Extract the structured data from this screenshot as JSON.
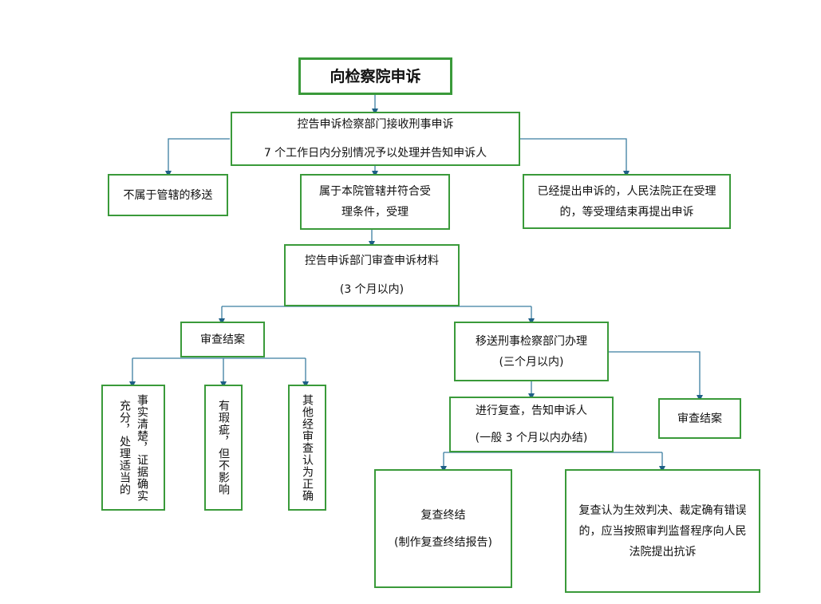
{
  "nodes": {
    "root": "向检察院申诉",
    "accept_line1": "控告申诉检察部门接收刑事申诉",
    "accept_line2": "7 个工作日内分别情况予以处理并告知申诉人",
    "not_jurisdiction": "不属于管辖的移送",
    "accepted": "属于本院管辖并符合受理条件，受理",
    "court_pending": "已经提出申诉的，人民法院正在受理的，等受理结束再提出申诉",
    "review_line1": "控告申诉部门审查申诉材料",
    "review_line2": "(3 个月以内)",
    "close_case_left": "审查结案",
    "transfer_line1": "移送刑事检察部门办理",
    "transfer_line2": "(三个月以内)",
    "reason_facts": "事实清楚，证据确实充分，处理适当的",
    "reason_flaw": "有瑕疵，但不影响",
    "reason_other": "其他经审查认为正确",
    "reexam_line1": "进行复查，告知申诉人",
    "reexam_line2": "(一般 3 个月以内办结)",
    "close_case_right": "审查结案",
    "terminate_line1": "复查终结",
    "terminate_line2": "(制作复查终结报告)",
    "protest": "复查认为生效判决、裁定确有错误的，应当按照审判监督程序向人民法院提出抗诉"
  },
  "colors": {
    "box_border": "#3a9a3a",
    "connector": "#3b7ea1"
  }
}
